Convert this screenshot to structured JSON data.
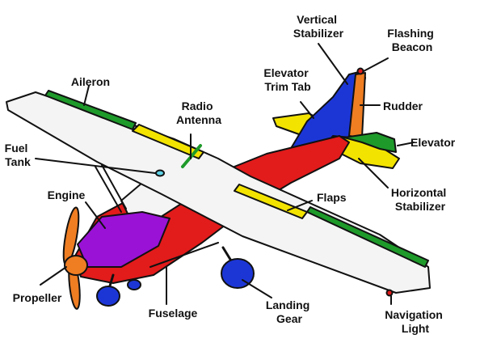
{
  "colors": {
    "wing": "#f4f4f4",
    "aileron": "#1e9a2a",
    "flaps": "#1e9a2a",
    "wing_yellow": "#f3e300",
    "fuselage": "#e21b1b",
    "engine_cowl": "#9a12d6",
    "propeller": "#ef7d22",
    "vertical_stabilizer": "#1c36d6",
    "rudder": "#ef7d22",
    "elevator": "#1e9a2a",
    "horizontal_stabilizer": "#f3e300",
    "landing_gear": "#1c36d6",
    "nav_light": "#e21b1b",
    "beacon": "#e21b1b",
    "fuel_cap": "#5fd2e6",
    "antenna": "#1e9a2a",
    "outline": "#111111",
    "leader": "#111111"
  },
  "labels": {
    "vertical_stabilizer": [
      "Vertical",
      "Stabilizer"
    ],
    "flashing_beacon": [
      "Flashing",
      "Beacon"
    ],
    "elevator_trim_tab": [
      "Elevator",
      "Trim Tab"
    ],
    "aileron": [
      "Aileron"
    ],
    "rudder": [
      "Rudder"
    ],
    "radio_antenna": [
      "Radio",
      "Antenna"
    ],
    "elevator": [
      "Elevator"
    ],
    "fuel_tank": [
      "Fuel",
      "Tank"
    ],
    "engine": [
      "Engine"
    ],
    "flaps": [
      "Flaps"
    ],
    "horizontal_stabilizer": [
      "Horizontal",
      "Stabilizer"
    ],
    "propeller": [
      "Propeller"
    ],
    "fuselage": [
      "Fuselage"
    ],
    "landing_gear": [
      "Landing",
      "Gear"
    ],
    "navigation_light": [
      "Navigation",
      "Light"
    ]
  }
}
